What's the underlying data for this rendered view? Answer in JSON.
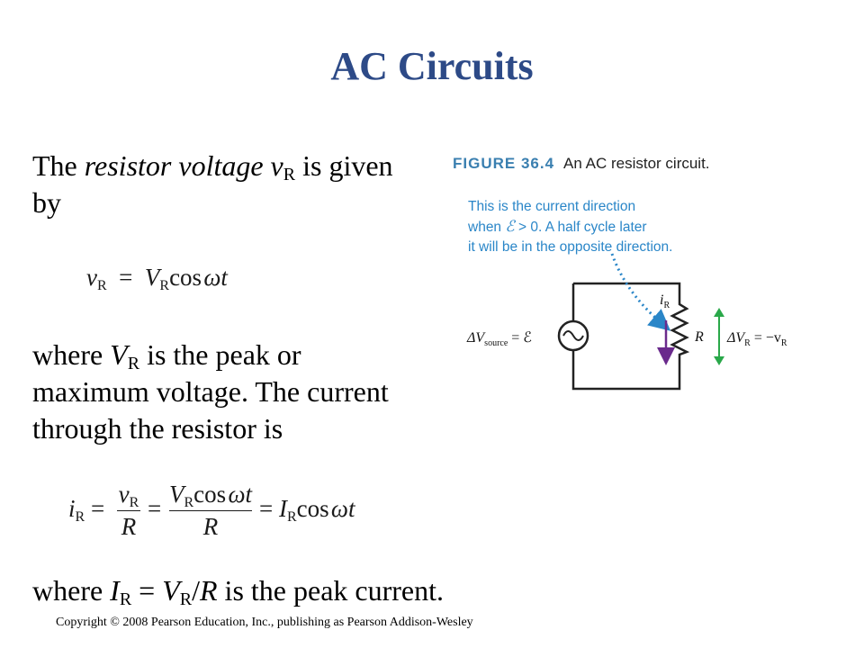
{
  "slide": {
    "title": "AC Circuits",
    "para1": {
      "text1": "The ",
      "text2": "resistor voltage v",
      "sub": "R",
      "text3": " is given by"
    },
    "eq1": {
      "lhs_var": "v",
      "lhs_sub": "R",
      "equals": "=",
      "rhs_var": "V",
      "rhs_sub": "R",
      "rhs_func": "cos",
      "rhs_arg": "ωt"
    },
    "para2": {
      "text1": "where ",
      "var": "V",
      "sub": "R",
      "text2": " is the peak or maximum voltage.  The current through the resistor is"
    },
    "eq2": {
      "lhs": "i",
      "lhs_sub": "R",
      "eq_a": "=",
      "frac1_num": "v",
      "frac1_num_sub": "R",
      "frac1_den": "R",
      "eq_b": "=",
      "frac2_num_var": "V",
      "frac2_num_sub": "R",
      "frac2_num_func": "cos",
      "frac2_num_arg": "ωt",
      "frac2_den": "R",
      "eq_c": "=",
      "rhs_var": "I",
      "rhs_sub": "R",
      "rhs_func": "cos",
      "rhs_arg": "ωt"
    },
    "para3": {
      "text1": "where ",
      "var1": "I",
      "sub1": "R",
      "text2": " = ",
      "var2": "V",
      "sub2": "R",
      "text3": "/",
      "var3": "R",
      "text4": " is the peak current."
    },
    "copyright": "Copyright © 2008 Pearson Education, Inc., publishing as Pearson Addison-Wesley"
  },
  "figure": {
    "number": "FIGURE 36.4",
    "caption": "An AC resistor circuit.",
    "note_line1": "This is the current direction",
    "note_line2_a": "when ",
    "note_line2_sym": "ℰ",
    "note_line2_b": " > 0. A half cycle later",
    "note_line3": "it will be in the opposite direction.",
    "source_label": "ΔV",
    "source_sub": "source",
    "source_eq": " = ℰ",
    "current_label": "i",
    "current_sub": "R",
    "resistor_label": "R",
    "drop_label": "ΔV",
    "drop_sub": "R",
    "drop_eq": " = −v",
    "drop_eq_sub": "R"
  },
  "colors": {
    "title": "#2d4a87",
    "figure_number": "#3a7fb0",
    "note": "#2a86c8",
    "current_arrow": "#6a2a8c",
    "voltage_arrow": "#2aa84a"
  }
}
